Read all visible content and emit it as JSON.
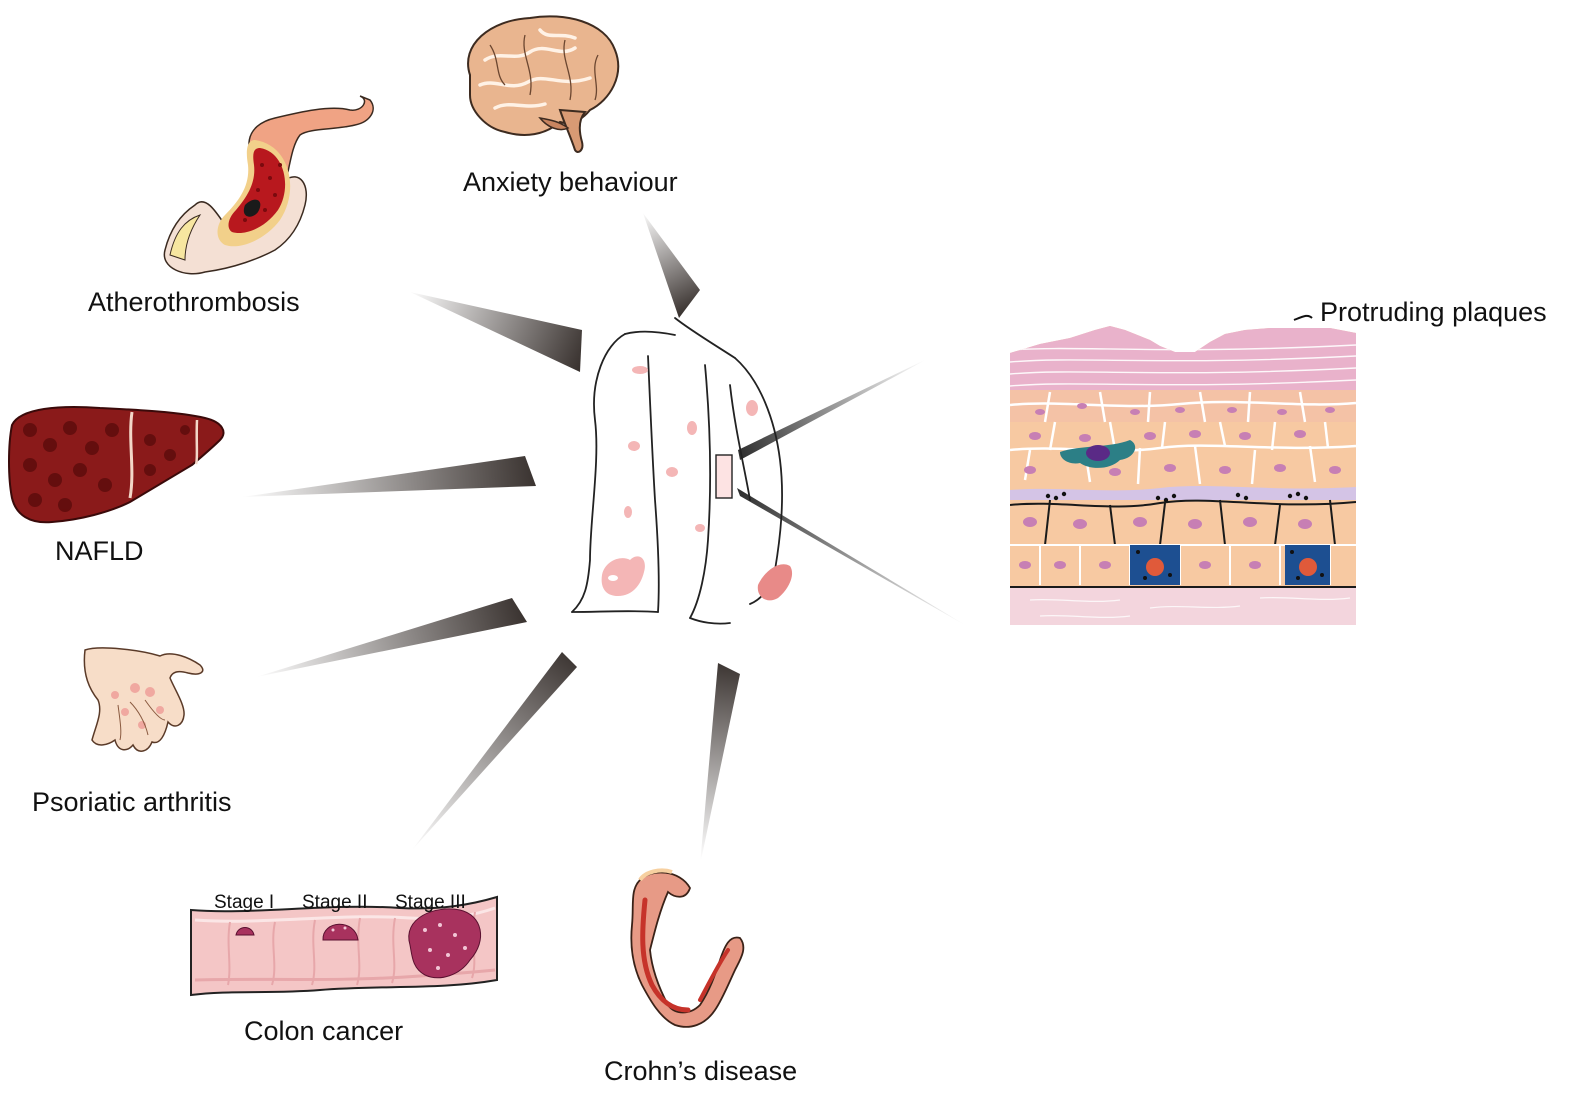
{
  "labels": {
    "anxiety": "Anxiety behaviour",
    "athero": "Atherothrombosis",
    "nafld": "NAFLD",
    "psoriatic_arthritis": "Psoriatic arthritis",
    "colon_cancer": "Colon cancer",
    "crohns": "Crohn’s disease",
    "plaques": "Protruding plaques",
    "stage1": "Stage I",
    "stage2": "Stage II",
    "stage3": "Stage III"
  },
  "icons": {
    "brain": "brain-icon",
    "artery": "artery-icon",
    "liver": "liver-icon",
    "hand": "hand-icon",
    "colon": "colon-icon",
    "intestine": "intestine-icon",
    "back": "back-torso-icon",
    "skin": "skin-section-icon"
  },
  "colors": {
    "skin_pink": "#f4b6b6",
    "cell_peach": "#f7c9a2",
    "nucleus": "#c77fb4",
    "liver": "#8a1a1a",
    "dark_blue": "#1d4f91",
    "teal": "#2c7f86",
    "purple": "#5a2a86"
  }
}
